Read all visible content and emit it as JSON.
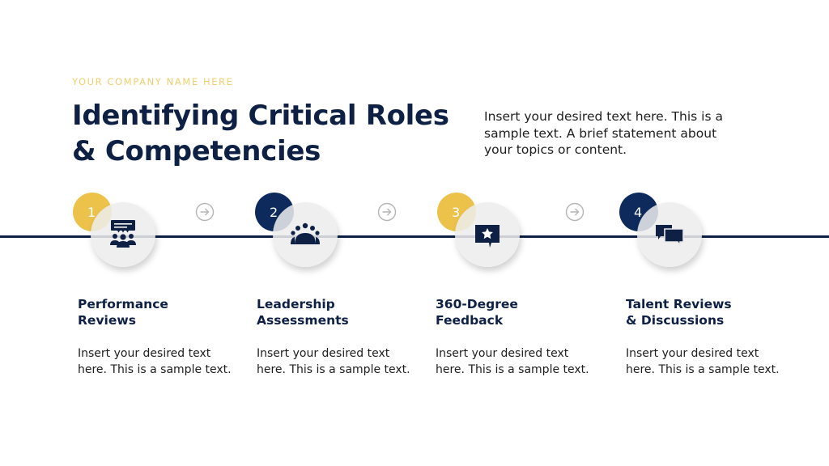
{
  "header": {
    "company": "YOUR COMPANY NAME HERE",
    "title_line1": "Identifying Critical Roles",
    "title_line2": "& Competencies",
    "intro": "Insert your desired text here. This is a sample text. A brief statement about your topics or content."
  },
  "colors": {
    "navy": "#0e2145",
    "gold": "#ecc24a",
    "company_text": "#f0cf6e",
    "disc": "#ececee",
    "arrow": "#b5b5b5"
  },
  "steps": [
    {
      "number": "1",
      "badge_color": "gold",
      "icon": "presentation-audience-icon",
      "label": "Performance\nReviews",
      "desc": "Insert your desired text\nhere. This is a sample text."
    },
    {
      "number": "2",
      "badge_color": "navy",
      "icon": "meeting-table-icon",
      "label": "Leadership\nAssessments",
      "desc": "Insert your desired text\nhere. This is a sample text."
    },
    {
      "number": "3",
      "badge_color": "gold",
      "icon": "star-speech-bubble-icon",
      "label": "360-Degree\nFeedback",
      "desc": "Insert your desired text\nhere. This is a sample text."
    },
    {
      "number": "4",
      "badge_color": "navy",
      "icon": "conversation-bubbles-icon",
      "label": "Talent  Reviews\n& Discussions",
      "desc": "Insert your desired text\nhere. This is a sample text."
    }
  ],
  "connectors": [
    "arrow-right-circle-icon",
    "arrow-right-circle-icon",
    "arrow-right-circle-icon"
  ]
}
